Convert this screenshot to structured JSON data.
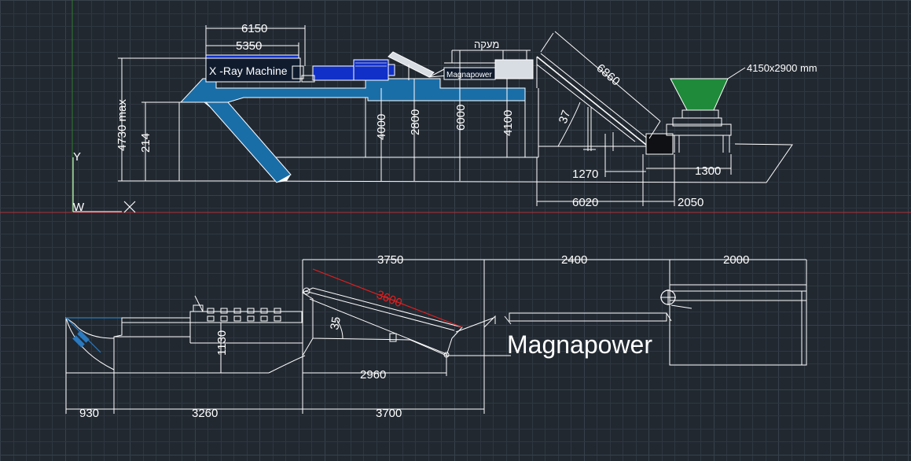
{
  "colors": {
    "background": "#212830",
    "frame_blue": "#1a6ea8",
    "belt_blue": "#1030c8",
    "hopper_green": "#1f8a3a",
    "axis_red": "#b0303a",
    "axis_green": "#2f7a2f",
    "highlight_red": "#e02020",
    "line_white": "#ffffff"
  },
  "ucs": {
    "y_label": "Y",
    "w_label": "W"
  },
  "top_view": {
    "labels": {
      "xray": "X -Ray Machine",
      "brand_small": "Magnapower",
      "hebrew": "מעקה",
      "hopper_size": "4150x2900 mm"
    },
    "dims": {
      "d6150": "6150",
      "d5350": "5350",
      "d4730": "4730 max",
      "d214": "214",
      "d4000": "4000",
      "d2800": "2800",
      "d6000": "6000",
      "d4100": "4100",
      "d6860": "6860",
      "d37": "37",
      "d1270": "1270",
      "d1300": "1300",
      "d6020": "6020",
      "d2050": "2050"
    }
  },
  "bottom_view": {
    "labels": {
      "brand_large": "Magnapower"
    },
    "dims": {
      "d3750": "3750",
      "d2400": "2400",
      "d2000": "2000",
      "d3600": "3600",
      "d35": "35",
      "d1130": "1130",
      "d2960": "2960",
      "d930": "930",
      "d3260": "3260",
      "d3700": "3700"
    }
  }
}
